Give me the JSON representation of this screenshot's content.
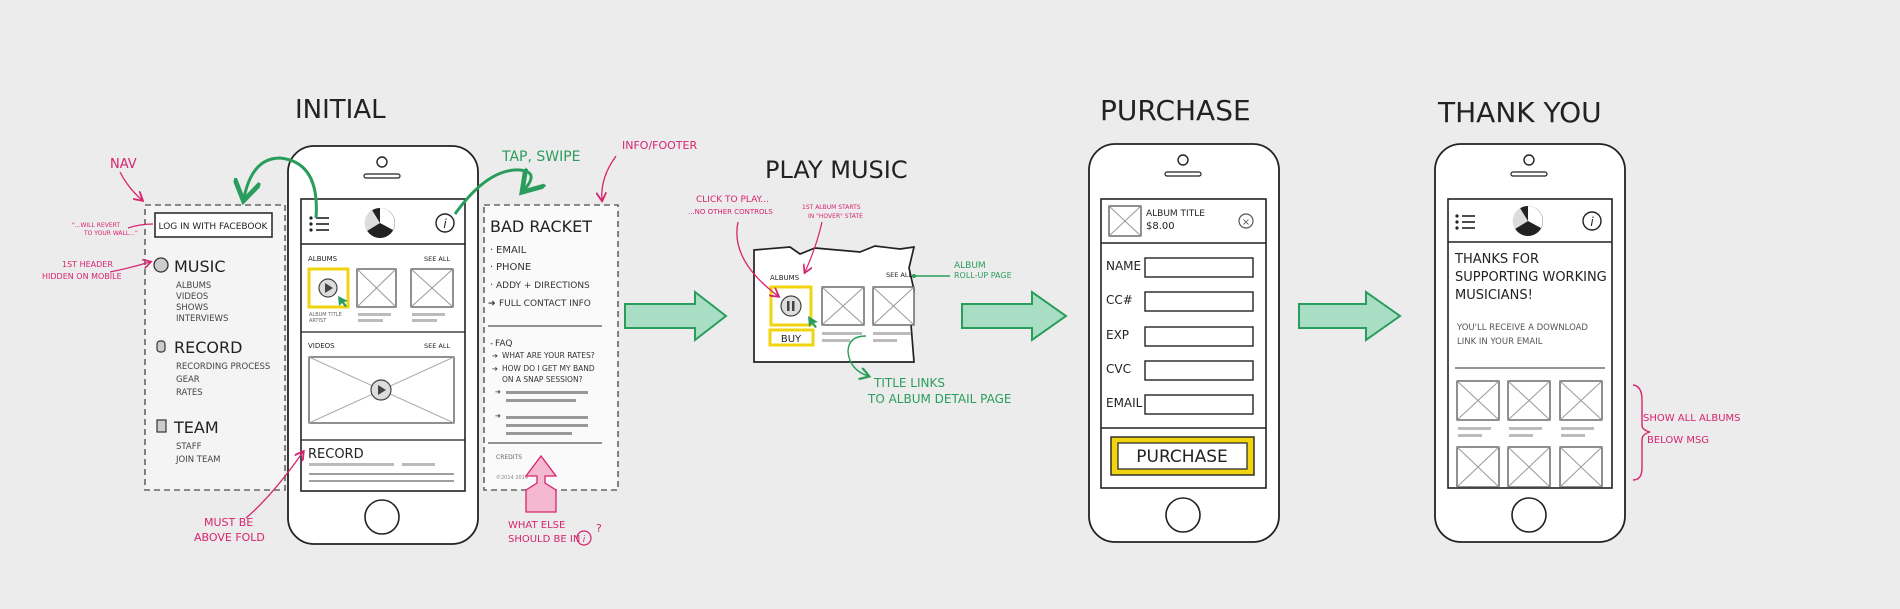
{
  "steps": {
    "initial": "INITIAL",
    "play_music": "PLAY MUSIC",
    "purchase": "PURCHASE",
    "thank_you": "THANK YOU"
  },
  "nav_panel": {
    "facebook_button": "LOG IN WITH FACEBOOK",
    "music": "MUSIC",
    "music_items": [
      "ALBUMS",
      "VIDEOS",
      "SHOWS",
      "INTERVIEWS"
    ],
    "record": "RECORD",
    "record_items": [
      "RECORDING PROCESS",
      "GEAR",
      "RATES"
    ],
    "team": "TEAM",
    "team_items": [
      "STAFF",
      "JOIN TEAM"
    ]
  },
  "initial_phone": {
    "albums": "ALBUMS",
    "see_all": "SEE ALL",
    "album_caption": "ALBUM TITLE",
    "album_artist": "ARTIST",
    "videos": "VIDEOS",
    "see_all_videos": "SEE ALL",
    "record": "RECORD"
  },
  "info_panel": {
    "title": "BAD RACKET",
    "items": [
      "EMAIL",
      "PHONE",
      "ADDY + DIRECTIONS",
      "FULL CONTACT INFO"
    ],
    "faq": "FAQ",
    "faq_items": [
      "WHAT ARE YOUR RATES?",
      "HOW DO I GET MY BAND",
      "ON A SNAP SESSION?"
    ],
    "credits": "CREDITS",
    "footer_small": "©2014 2014"
  },
  "play_music_card": {
    "albums": "ALBUMS",
    "see_all": "SEE ALL",
    "buy": "BUY"
  },
  "purchase_phone": {
    "album_title": "ALBUM TITLE",
    "price": "$8.00",
    "close": "×",
    "fields": [
      "NAME",
      "CC#",
      "EXP",
      "CVC",
      "EMAIL"
    ],
    "button": "PURCHASE"
  },
  "thankyou_phone": {
    "heading_lines": [
      "THANKS FOR",
      "SUPPORTING WORKING",
      "MUSICIANS!"
    ],
    "body_lines": [
      "YOU'LL RECEIVE A DOWNLOAD",
      "LINK IN YOUR EMAIL"
    ]
  },
  "annotations": {
    "nav": "NAV",
    "will_revert": [
      "\"...WILL REVERT",
      "TO YOUR WALL...\""
    ],
    "header_hidden": [
      "1ST HEADER",
      "HIDDEN ON MOBILE"
    ],
    "tap_swipe": "TAP, SWIPE",
    "info_footer": "INFO/FOOTER",
    "must_be": [
      "MUST BE",
      "ABOVE FOLD"
    ],
    "what_else": [
      "WHAT ELSE",
      "SHOULD BE IN",
      "?"
    ],
    "click_to_play": [
      "CLICK TO PLAY...",
      "...NO OTHER CONTROLS"
    ],
    "first_album": [
      "1ST ALBUM STARTS",
      "IN \"HOVER\" STATE"
    ],
    "album_rollup": [
      "ALBUM",
      "ROLL-UP PAGE"
    ],
    "title_links": [
      "TITLE LINKS",
      "TO ALBUM DETAIL PAGE"
    ],
    "show_all": [
      "SHOW ALL ALBUMS",
      "BELOW MSG"
    ]
  },
  "colors": {
    "ink": "#222222",
    "annotation_pink": "#d6246e",
    "annotation_green": "#2a9d5c",
    "arrow_fill": "#a8dfc4",
    "highlight_yellow": "#f1d40f",
    "background": "#ececec"
  },
  "icons": [
    "menu-icon",
    "logo-icon",
    "info-icon",
    "play-icon",
    "pause-icon",
    "close-icon",
    "music-note-icon",
    "mic-icon",
    "team-icon"
  ]
}
